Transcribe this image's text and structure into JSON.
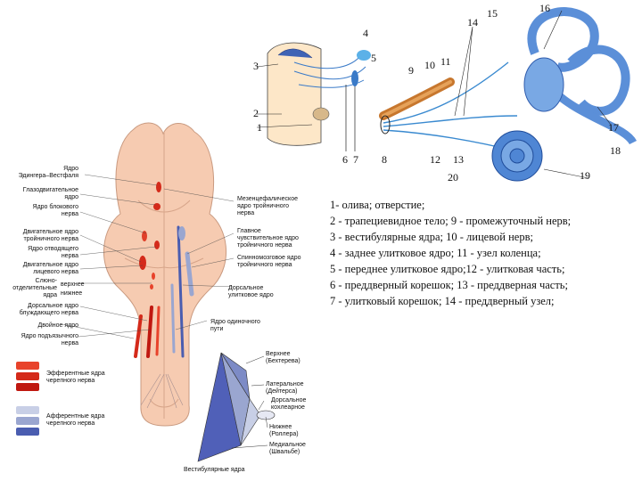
{
  "brainstem": {
    "left_labels": [
      "Ядро\nЭдингера–Вестфаля",
      "Глазодвигательное\nядро",
      "Ядро блокового\nнерва",
      "Двигательное ядро\nтройничного нерва",
      "Ядро отводящего\nнерва",
      "Двигательное ядро\nлицевого нерва",
      "Слюно-\nотделительные\nядра",
      "Дорсальное ядро\nблуждающего нерва",
      "Двойное ядро",
      "Ядро подъязычного\nнерва"
    ],
    "salivary_sub": [
      "верхнее",
      "нижнее"
    ],
    "right_labels": [
      "Мезенцефалическое\nядро тройничного\nнерва",
      "Главное\nчувствительное ядро\nтройничного нерва",
      "Спинномозговое ядро\nтройничного нерва",
      "Дорсальное\nулитковое ядро",
      "Ядро одиночного\nпути"
    ],
    "legend": [
      {
        "label": "Эфферентные ядра\nчерепного нерва",
        "colors": [
          "#e8432b",
          "#d42a1a",
          "#c01810"
        ]
      },
      {
        "label": "Афферентные ядра\nчерепного нерва",
        "colors": [
          "#c8cfe6",
          "#9aa6d0",
          "#4a5db0"
        ]
      }
    ]
  },
  "vestibular": {
    "labels": [
      "Верхнее\n(Бехтерева)",
      "Латеральное\n(Дейтерса)",
      "Дорсальное\nкохлеарное",
      "Нижнее\n(Роллера)",
      "Медиальное\n(Швальбе)"
    ],
    "caption": "Вестибулярные ядра"
  },
  "ear": {
    "numbers": [
      "1",
      "2",
      "3",
      "4",
      "5",
      "6",
      "7",
      "8",
      "9",
      "10",
      "11",
      "12",
      "13",
      "14",
      "15",
      "16",
      "17",
      "18",
      "19",
      "20"
    ]
  },
  "legend_lines": [
    "1- олива;                          отверстие;",
    "2 - трапециевидное тело;     9 - промежуточный нерв;",
    "3 - вестибулярные ядра;       10 - лицевой нерв;",
    "4 - заднее улитковое ядро;   11 - узел коленца;",
    "5 - переднее улитковое ядро;12 - улитковая часть;",
    "6 - преддверный корешок;    13 - преддверная часть;",
    "7 - улитковый корешок;        14 - преддверный узел;"
  ]
}
